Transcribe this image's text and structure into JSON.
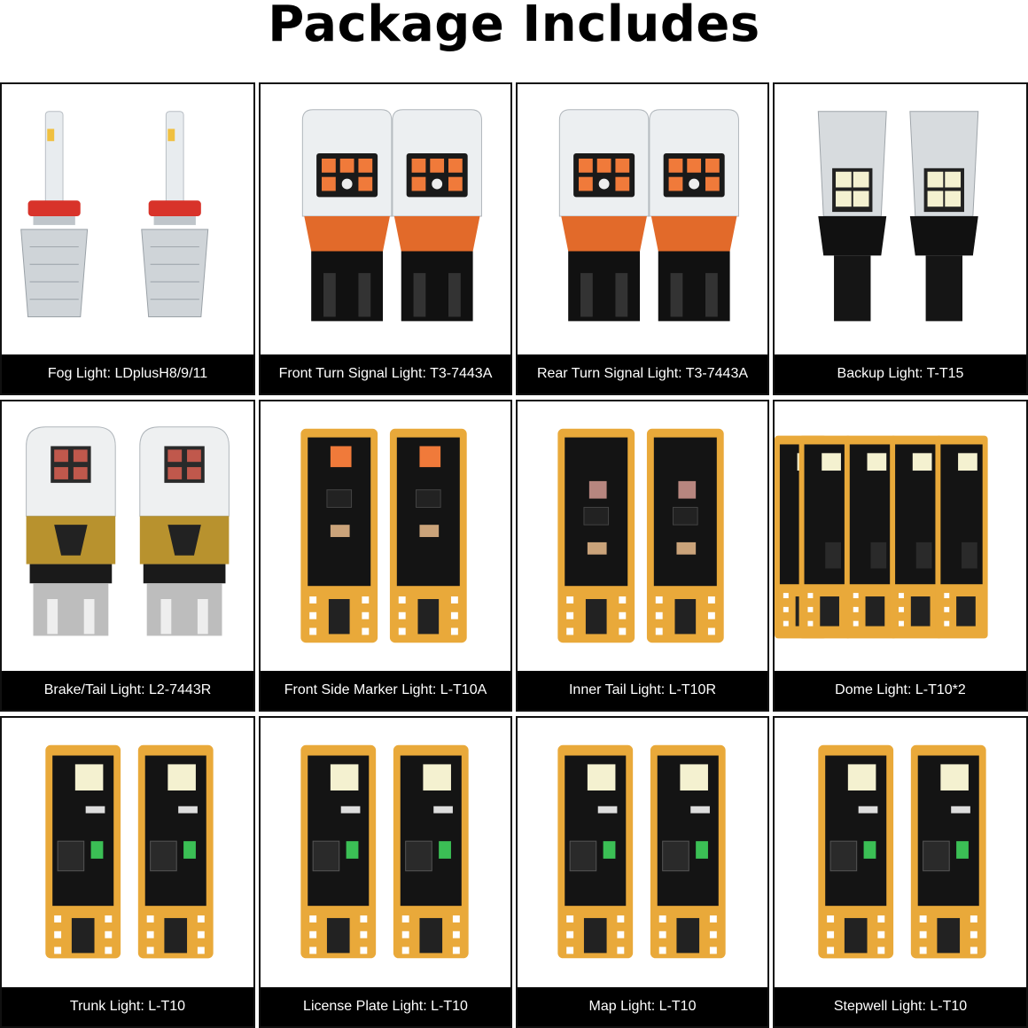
{
  "header": {
    "title": "Package Includes"
  },
  "colors": {
    "caption_bg": "#000000",
    "pcb_gold": "#e9a93a",
    "pcb_black": "#141414",
    "led_orange": "#f07a3a",
    "led_red": "#c0584c",
    "led_white": "#f4f1d0",
    "fog_red": "#d8332a"
  },
  "products": [
    {
      "caption": "Fog Light: LDplusH8/9/11",
      "icon": "fog-bulb-icon"
    },
    {
      "caption": "Front Turn Signal Light: T3-7443A",
      "icon": "turn-signal-bulb-icon"
    },
    {
      "caption": "Rear Turn Signal Light: T3-7443A",
      "icon": "turn-signal-bulb-icon"
    },
    {
      "caption": "Backup Light: T-T15",
      "icon": "backup-bulb-icon"
    },
    {
      "caption": "Brake/Tail Light: L2-7443R",
      "icon": "brake-bulb-icon"
    },
    {
      "caption": "Front Side Marker Light: L-T10A",
      "icon": "t10-amber-icon"
    },
    {
      "caption": "Inner Tail Light: L-T10R",
      "icon": "t10-red-icon"
    },
    {
      "caption": "Dome Light: L-T10*2",
      "icon": "t10-white-icon"
    },
    {
      "caption": "Trunk Light: L-T10",
      "icon": "t10-white-icon"
    },
    {
      "caption": "License Plate Light: L-T10",
      "icon": "t10-white-icon"
    },
    {
      "caption": "Map Light: L-T10",
      "icon": "t10-white-icon"
    },
    {
      "caption": "Stepwell Light: L-T10",
      "icon": "t10-white-icon"
    }
  ]
}
